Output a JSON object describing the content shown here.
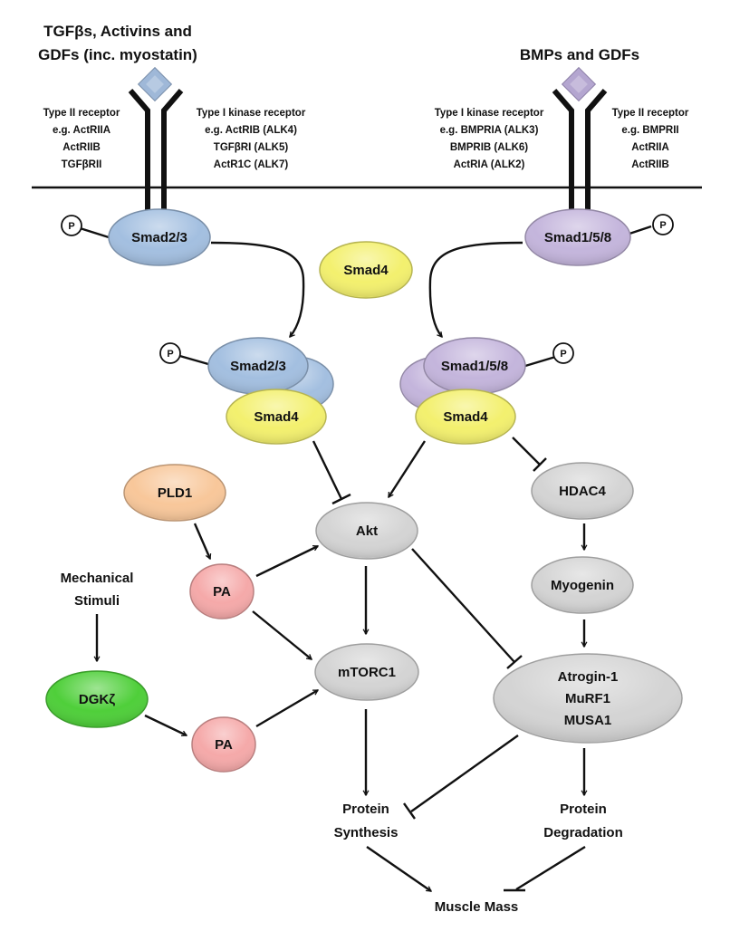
{
  "title": "TGF-beta / BMP signaling pathways regulating skeletal muscle mass",
  "ligands": {
    "left": {
      "line1": "TGFβs, Activins and",
      "line2": "GDFs (inc. myostatin)",
      "color": "#9fb8d8"
    },
    "right": {
      "line1": "BMPs and GDFs",
      "color": "#b4a6d0"
    }
  },
  "receptors": {
    "left_type2": [
      "Type II receptor",
      "e.g. ActRIIA",
      "ActRIIB",
      "TGFβRII"
    ],
    "left_type1": [
      "Type I kinase receptor",
      "e.g. ActRIB (ALK4)",
      "TGFβRI (ALK5)",
      "ActR1C (ALK7)"
    ],
    "right_type1": [
      "Type I kinase receptor",
      "e.g. BMPRIA (ALK3)",
      "BMPRIB (ALK6)",
      "ActRIA (ALK2)"
    ],
    "right_type2": [
      "Type II receptor",
      "e.g. BMPRII",
      "ActRIIA",
      "ActRIIB"
    ]
  },
  "phospho_label": "P",
  "nodes": {
    "smad23_top": {
      "label": "Smad2/3",
      "color": "#a3bfe0"
    },
    "smad158_top": {
      "label": "Smad1/5/8",
      "color": "#c4b5dc"
    },
    "smad4_free": {
      "label": "Smad4",
      "color": "#f3f06e"
    },
    "smad23_complex": {
      "label": "Smad2/3",
      "color": "#a3bfe0"
    },
    "smad4_left": {
      "label": "Smad4",
      "color": "#f3f06e"
    },
    "smad158_complex": {
      "label": "Smad1/5/8",
      "color": "#c4b5dc"
    },
    "smad4_right": {
      "label": "Smad4",
      "color": "#f3f06e"
    },
    "pld1": {
      "label": "PLD1",
      "color": "#f8c79a"
    },
    "akt": {
      "label": "Akt",
      "color": "#d4d4d4"
    },
    "hdac4": {
      "label": "HDAC4",
      "color": "#d4d4d4"
    },
    "pa_top": {
      "label": "PA",
      "color": "#f5a9a9"
    },
    "myogenin": {
      "label": "Myogenin",
      "color": "#d4d4d4"
    },
    "mtorc1": {
      "label": "mTORC1",
      "color": "#d4d4d4"
    },
    "dgkz": {
      "label": "DGKζ",
      "color": "#4fcf3a"
    },
    "pa_bottom": {
      "label": "PA",
      "color": "#f5a9a9"
    },
    "atrogenes": {
      "lines": [
        "Atrogin-1",
        "MuRF1",
        "MUSA1"
      ],
      "color": "#d4d4d4"
    }
  },
  "labels": {
    "mechanical": [
      "Mechanical",
      "Stimuli"
    ],
    "protein_synthesis": [
      "Protein",
      "Synthesis"
    ],
    "protein_degradation": [
      "Protein",
      "Degradation"
    ],
    "muscle_mass": "Muscle Mass"
  },
  "edges": [
    {
      "from": "smad23_top",
      "to": "smad23_complex",
      "type": "activation"
    },
    {
      "from": "smad158_top",
      "to": "smad158_complex",
      "type": "activation"
    },
    {
      "from": "smad4_left",
      "to": "akt",
      "type": "inhibition"
    },
    {
      "from": "smad4_right",
      "to": "akt",
      "type": "activation"
    },
    {
      "from": "smad4_right",
      "to": "hdac4",
      "type": "inhibition"
    },
    {
      "from": "pld1",
      "to": "pa_top",
      "type": "activation"
    },
    {
      "from": "pa_top",
      "to": "akt",
      "type": "activation"
    },
    {
      "from": "pa_top",
      "to": "mtorc1",
      "type": "activation"
    },
    {
      "from": "akt",
      "to": "mtorc1",
      "type": "activation"
    },
    {
      "from": "akt",
      "to": "atrogenes",
      "type": "inhibition"
    },
    {
      "from": "hdac4",
      "to": "myogenin",
      "type": "activation"
    },
    {
      "from": "myogenin",
      "to": "atrogenes",
      "type": "activation"
    },
    {
      "from": "mechanical",
      "to": "dgkz",
      "type": "activation"
    },
    {
      "from": "dgkz",
      "to": "pa_bottom",
      "type": "activation"
    },
    {
      "from": "pa_bottom",
      "to": "mtorc1",
      "type": "activation"
    },
    {
      "from": "mtorc1",
      "to": "protein_synthesis",
      "type": "activation"
    },
    {
      "from": "atrogenes",
      "to": "protein_synthesis",
      "type": "inhibition"
    },
    {
      "from": "atrogenes",
      "to": "protein_degradation",
      "type": "activation"
    },
    {
      "from": "protein_synthesis",
      "to": "muscle_mass",
      "type": "activation"
    },
    {
      "from": "protein_degradation",
      "to": "muscle_mass",
      "type": "inhibition"
    }
  ]
}
